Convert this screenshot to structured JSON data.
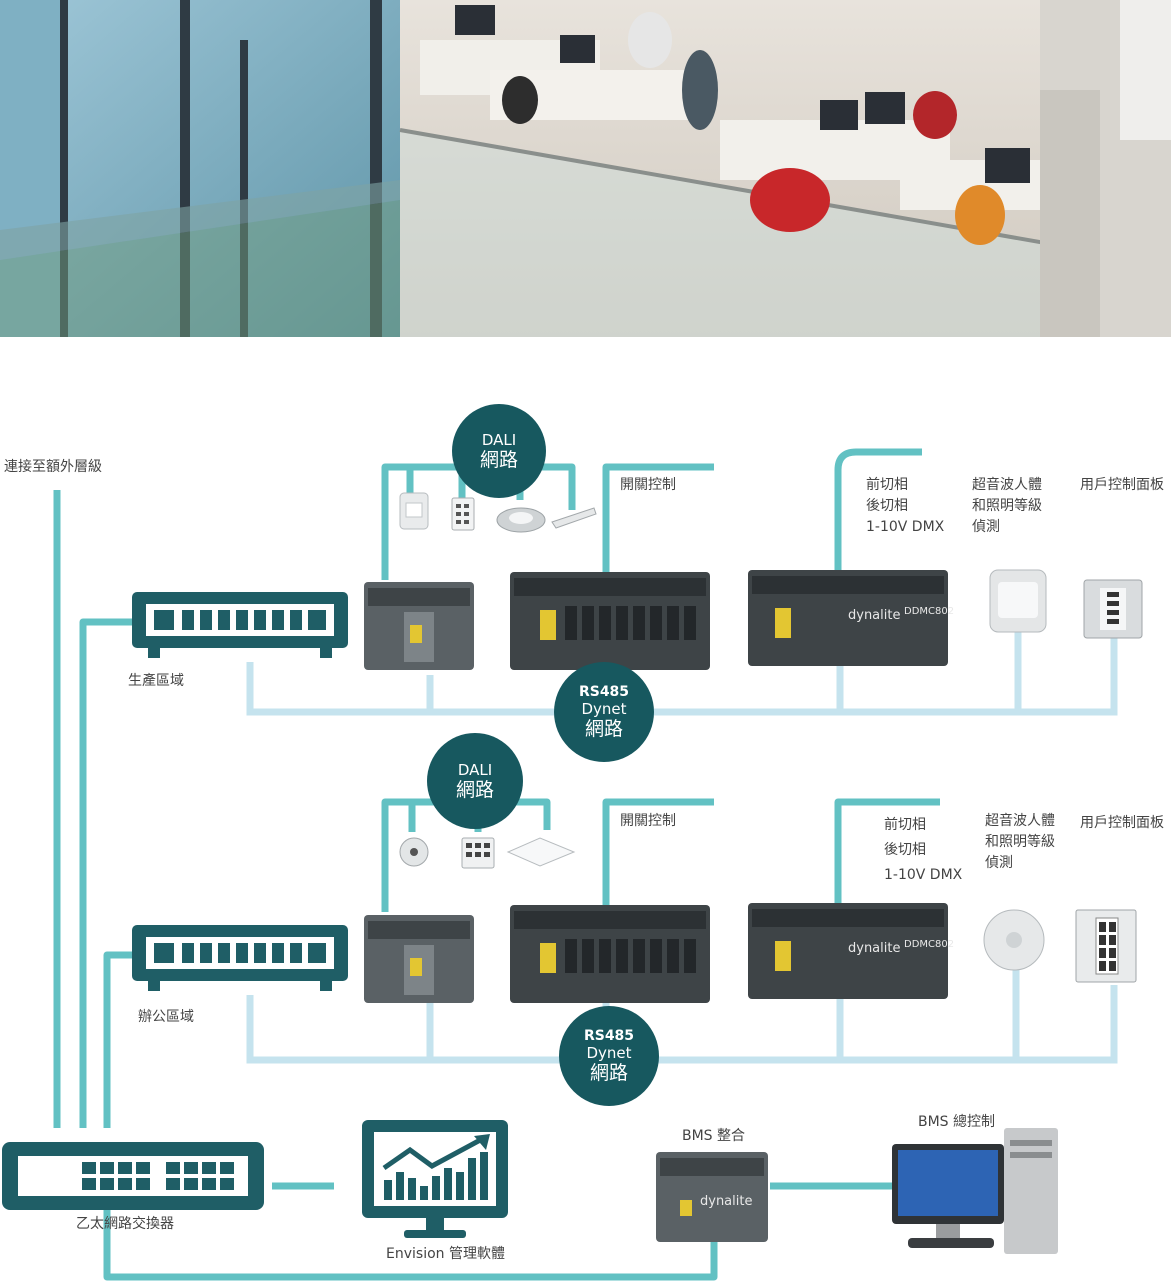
{
  "photo": {
    "alt": ""
  },
  "labels": {
    "extra_floor": "連接至額外層級",
    "production_zone": "生產區域",
    "office_zone": "辦公區域",
    "ethernet_switch": "乙太網路交換器",
    "envision": "Envision 管理軟體",
    "bms_integration": "BMS 整合",
    "bms_control": "BMS 總控制",
    "switch_control_1": "開關控制",
    "switch_control_2": "開關控制",
    "dimming_1": "前切相\n後切相\n1-10V DMX",
    "dimming_2": "前切相\n後切相\n1-10V DMX",
    "sensor_1": "超音波人體\n和照明等級\n偵測",
    "sensor_2": "超音波人體\n和照明等級\n偵測",
    "panel_1": "用戶控制面板",
    "panel_2": "用戶控制面板"
  },
  "bubbles": {
    "dali_1": {
      "line1": "DALI",
      "line2": "網路"
    },
    "dali_2": {
      "line1": "DALI",
      "line2": "網路"
    },
    "rs485_1": {
      "line1": "RS485",
      "line2": "Dynet",
      "line3": "網路"
    },
    "rs485_2": {
      "line1": "RS485",
      "line2": "Dynet",
      "line3": "網路"
    }
  },
  "device_text": {
    "brand": "dynalite",
    "model": "DDMC802"
  },
  "colors": {
    "line_teal": "#62c1c3",
    "line_light": "#c5e3ee",
    "bubble": "#17585f",
    "switch": "#1f5e66"
  }
}
